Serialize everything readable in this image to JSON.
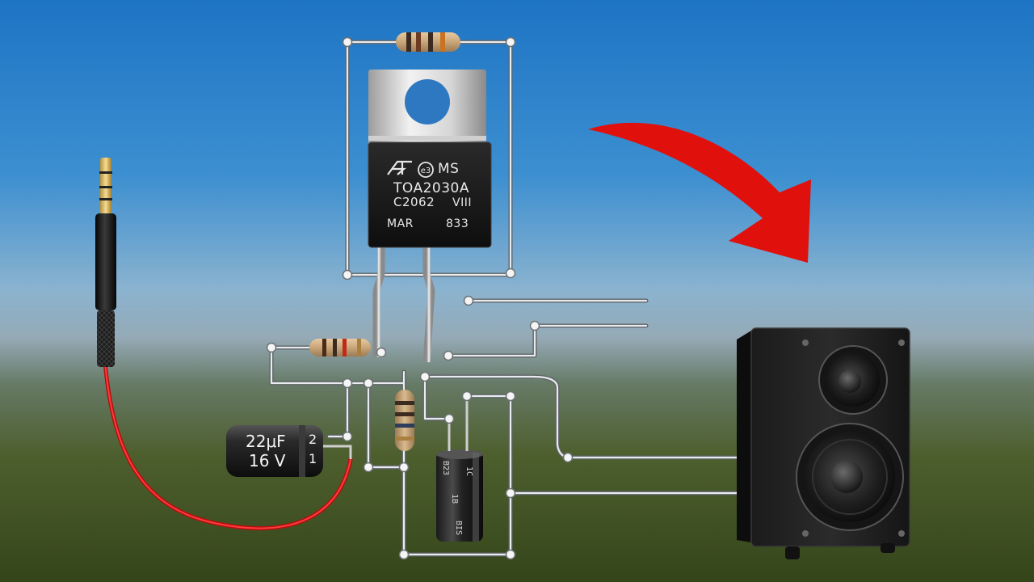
{
  "chip": {
    "logo_icon": "st-logo",
    "mark": "MS",
    "part_number": "TOA2030A",
    "code": "C2062",
    "code_suffix": "VIII",
    "line3_left": "MAR",
    "line3_right": "833"
  },
  "input_capacitor": {
    "value_top": "22μF",
    "value_bottom": "16 V",
    "side_top": "2",
    "side_bottom": "1"
  },
  "output_capacitor": {
    "label_a": "B23",
    "label_b": "1C",
    "label_c": "1B",
    "label_d": "BIS"
  },
  "icons": {
    "jack": "audio-jack-icon",
    "arrow": "red-arrow-icon",
    "speaker": "speaker-icon"
  },
  "colors": {
    "wire": "#e51b1b",
    "arrow": "#e0110d",
    "sky_top": "#1a6fc0",
    "ground": "#394a1c"
  }
}
